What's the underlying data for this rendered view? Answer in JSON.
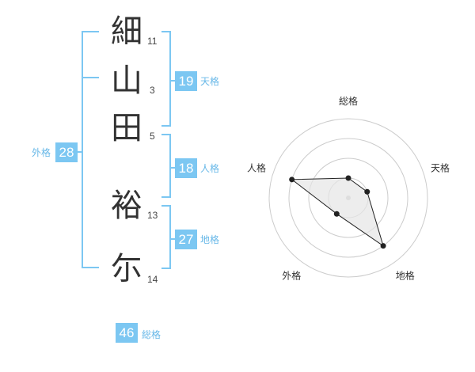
{
  "name": {
    "characters": [
      {
        "char": "細",
        "strokes": "11"
      },
      {
        "char": "山",
        "strokes": "3"
      },
      {
        "char": "田",
        "strokes": "5"
      },
      {
        "char": "裕",
        "strokes": "13"
      },
      {
        "char": "尓",
        "strokes": "14"
      }
    ]
  },
  "scores": {
    "tenkaku": {
      "value": "19",
      "label": "天格"
    },
    "jinkaku": {
      "value": "18",
      "label": "人格"
    },
    "chikaku": {
      "value": "27",
      "label": "地格"
    },
    "gaikaku": {
      "value": "28",
      "label": "外格"
    },
    "soukaku": {
      "value": "46",
      "label": "総格"
    }
  },
  "chart_data": {
    "type": "radar",
    "axes": [
      "総格",
      "天格",
      "地格",
      "外格",
      "人格"
    ],
    "values": [
      0.25,
      0.25,
      0.75,
      0.25,
      0.75
    ],
    "rings": 4,
    "max": 1,
    "colors": {
      "fill": "#e6e6e6",
      "line": "#222222",
      "grid": "#cccccc",
      "center": "#cccccc"
    }
  },
  "colors": {
    "accent": "#7cc7f2",
    "label_text": "#68b8e8"
  }
}
